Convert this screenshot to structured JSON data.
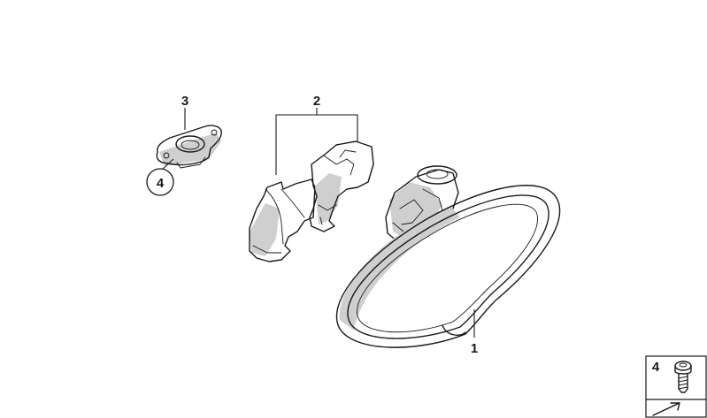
{
  "callouts": {
    "part1": "1",
    "part2": "2",
    "part3": "3",
    "part4_circle": "4",
    "part4_box": "4"
  }
}
